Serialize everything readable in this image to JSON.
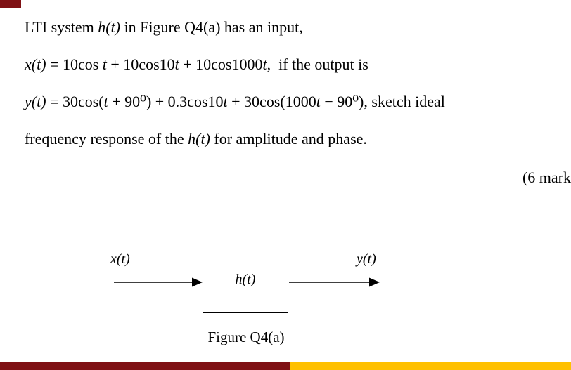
{
  "page": {
    "accent_maroon": "#7f1114",
    "accent_gold": "#ffc000"
  },
  "question": {
    "lines": [
      {
        "segments": [
          "LTI system ",
          "h(t)",
          " in Figure Q4(a) has an input,"
        ]
      },
      {
        "segments": [
          "x(t)",
          " = 10cos ",
          "t",
          " + 10cos10",
          "t",
          " + 10cos1000",
          "t",
          ",  if the output is"
        ]
      },
      {
        "segments": [
          "y(t)",
          " = 30cos(",
          "t",
          " + 90⁰) + 0.3cos10",
          "t",
          " + 30cos(1000",
          "t",
          " − 90⁰), sketch ideal"
        ]
      },
      {
        "segments": [
          "frequency response of the ",
          "h(t)",
          " for amplitude and phase."
        ]
      }
    ],
    "marks": "(6 mark"
  },
  "diagram": {
    "input_label": "x(t)",
    "block_label": "h(t)",
    "output_label": "y(t)",
    "caption": "Figure Q4(a)"
  }
}
